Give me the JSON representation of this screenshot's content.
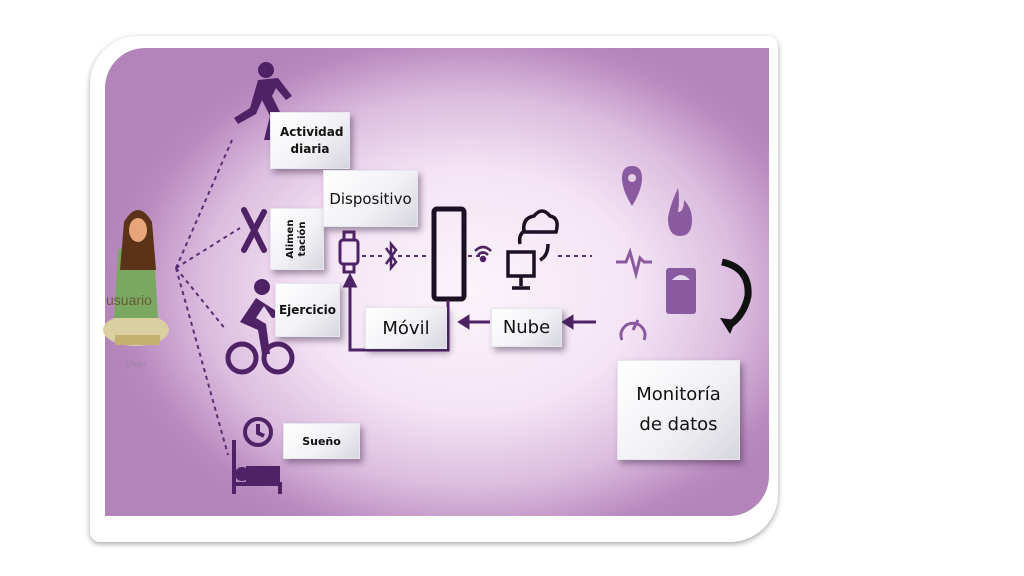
{
  "diagram": {
    "user_label": "usuario",
    "user_caption": "User",
    "activities": {
      "daily_activity": "Actividad diaria",
      "food": "Alimen tación",
      "exercise": "Ejercicio",
      "sleep": "Sueño"
    },
    "device_label": "Dispositivo",
    "mobile_label": "Móvil",
    "cloud_label": "Nube",
    "monitoring_label": "Monitoría de datos",
    "colors": {
      "icon": "#4e2264",
      "background": "#b98abf",
      "center": "#fbf4fb"
    }
  }
}
